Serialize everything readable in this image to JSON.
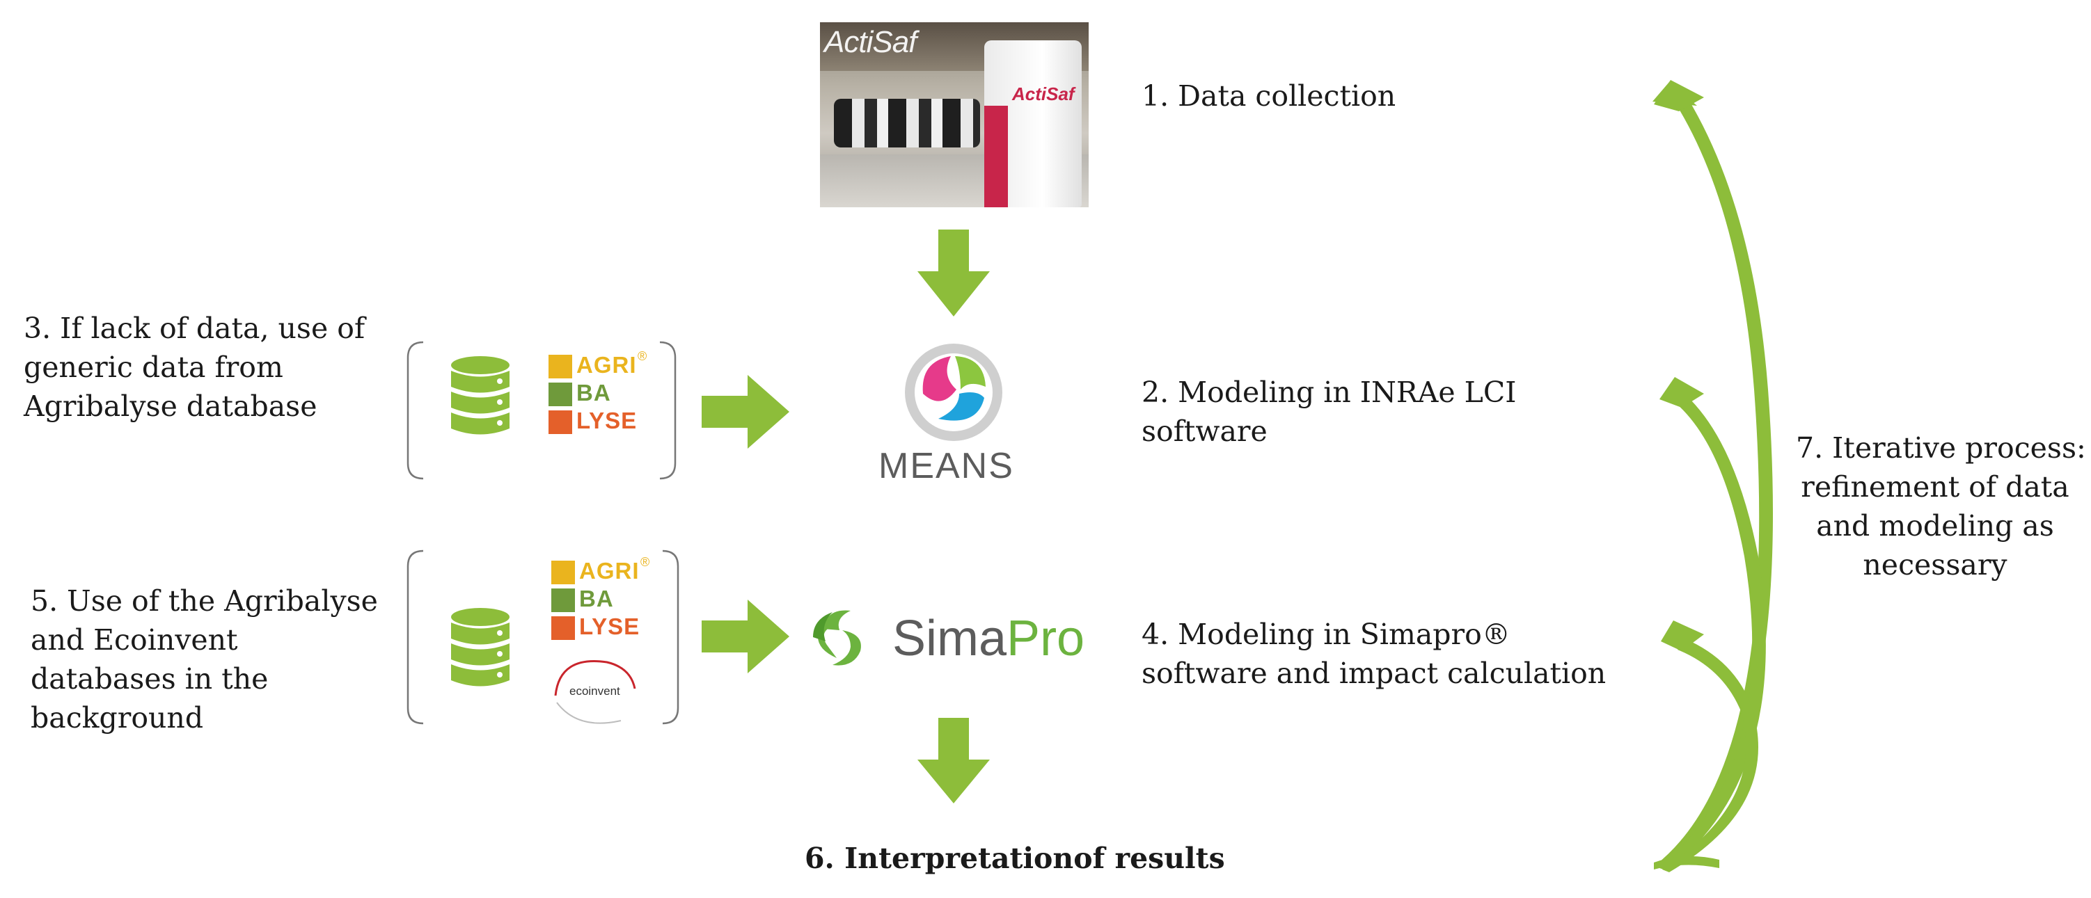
{
  "steps": {
    "s1": "1. Data collection",
    "s2": [
      "2. Modeling in INRAe LCI",
      "software"
    ],
    "s3": [
      "3. If lack of data, use of",
      "generic data from",
      "Agribalyse database"
    ],
    "s4": [
      "4. Modeling in Simapro®",
      "software and impact calculation"
    ],
    "s5": [
      "5. Use of the Agribalyse",
      "and Ecoinvent",
      "databases in the",
      "background"
    ],
    "s6": [
      "6. Interpretation",
      "of results"
    ],
    "s7": [
      "7. Iterative process:",
      "refinement of data",
      "and modeling as",
      "necessary"
    ]
  },
  "logos": {
    "actisaf": "ActiSaf",
    "bag": "ActiSaf",
    "means": "MEANS",
    "simapro_a": "Sima",
    "simapro_b": "Pro",
    "agribalyse": [
      "AGRI",
      "BA",
      "LYSE"
    ],
    "agribalyse_mark": "®",
    "ecoinvent": "ecoinvent"
  },
  "colors": {
    "arrow": "#8dbd3a",
    "db_icon": "#8dbd3a",
    "agri": "#eab41e",
    "ba": "#6f9a3b",
    "lyse": "#e4602a",
    "simapro_green": "#6cb33f",
    "simapro_gray": "#5c5c5c",
    "ecoinvent_red": "#c9252c"
  }
}
